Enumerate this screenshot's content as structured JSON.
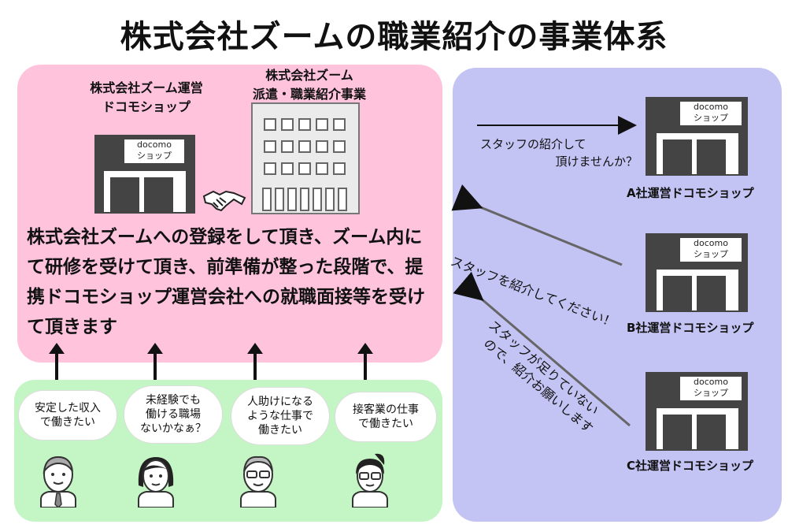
{
  "title": "株式会社ズームの職業紹介の事業体系",
  "left_panel": {
    "shop_label_line1": "株式会社ズーム運営",
    "shop_label_line2": "ドコモショップ",
    "dispatch_label_line1": "株式会社ズーム",
    "dispatch_label_line2": "派遣・職業紹介事業",
    "shop_sign_line1": "docomo",
    "shop_sign_line2": "ショップ",
    "main_text": "株式会社ズームへの登録をして頂き、ズーム内にて研修を受けて頂き、前準備が整った段階で、提携ドコモショップ運営会社への就職面接等を受けて頂きます"
  },
  "bubbles": [
    {
      "line1": "安定した収入",
      "line2": "で働きたい",
      "line3": ""
    },
    {
      "line1": "未経験でも",
      "line2": "働ける職場",
      "line3": "ないかなぁ？"
    },
    {
      "line1": "人助けになる",
      "line2": "ような仕事で",
      "line3": "働きたい"
    },
    {
      "line1": "接客業の仕事",
      "line2": "で働きたい",
      "line3": ""
    }
  ],
  "right_panel": {
    "shops": [
      {
        "sign_line1": "docomo",
        "sign_line2": "ショップ",
        "label": "A社運営ドコモショップ"
      },
      {
        "sign_line1": "docomo",
        "sign_line2": "ショップ",
        "label": "B社運営ドコモショップ"
      },
      {
        "sign_line1": "docomo",
        "sign_line2": "ショップ",
        "label": "C社運営ドコモショップ"
      }
    ],
    "messages": {
      "a_line1": "スタッフの紹介して",
      "a_line2": "頂けませんか？",
      "b_line1": "スタッフを紹介してください！",
      "c_line1": "スタッフが足りていない",
      "c_line2": "ので、紹介お願いします"
    }
  },
  "colors": {
    "pink_panel": "#ffc4dc",
    "green_panel": "#c4f5c4",
    "purple_panel": "#c3c3f4",
    "shop_dark": "#444444"
  }
}
